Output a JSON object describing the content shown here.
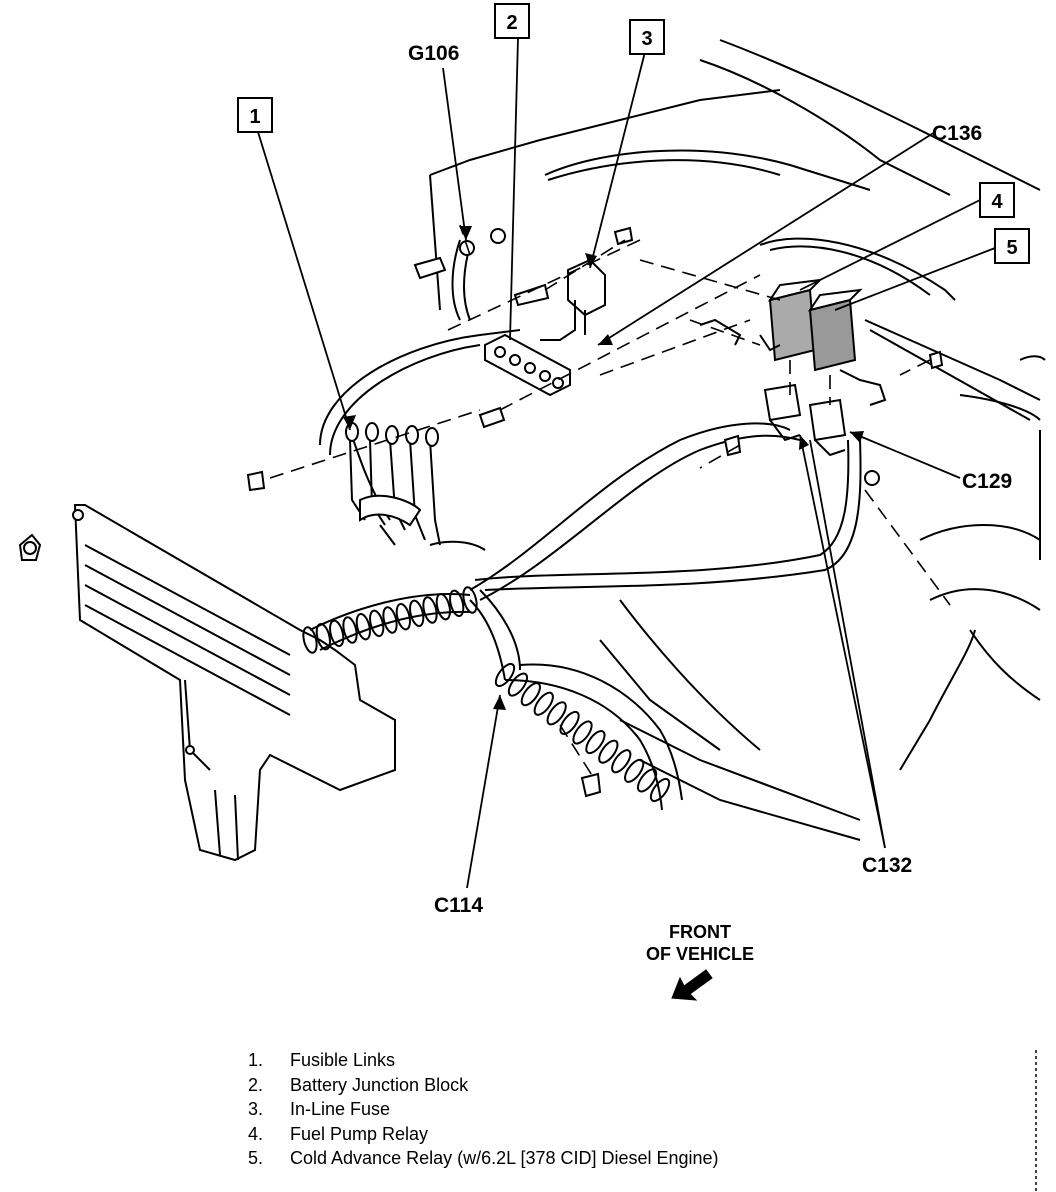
{
  "callouts": [
    {
      "num": "1"
    },
    {
      "num": "2"
    },
    {
      "num": "3"
    },
    {
      "num": "4"
    },
    {
      "num": "5"
    }
  ],
  "connectors": {
    "g106": "G106",
    "c136": "C136",
    "c129": "C129",
    "c132": "C132",
    "c114": "C114"
  },
  "front": {
    "line1": "FRONT",
    "line2": "OF VEHICLE"
  },
  "legend": [
    {
      "num": "1.",
      "text": "Fusible Links"
    },
    {
      "num": "2.",
      "text": "Battery Junction Block"
    },
    {
      "num": "3.",
      "text": "In-Line Fuse"
    },
    {
      "num": "4.",
      "text": "Fuel Pump Relay"
    },
    {
      "num": "5.",
      "text": "Cold Advance Relay (w/6.2L [378 CID] Diesel Engine)"
    }
  ]
}
